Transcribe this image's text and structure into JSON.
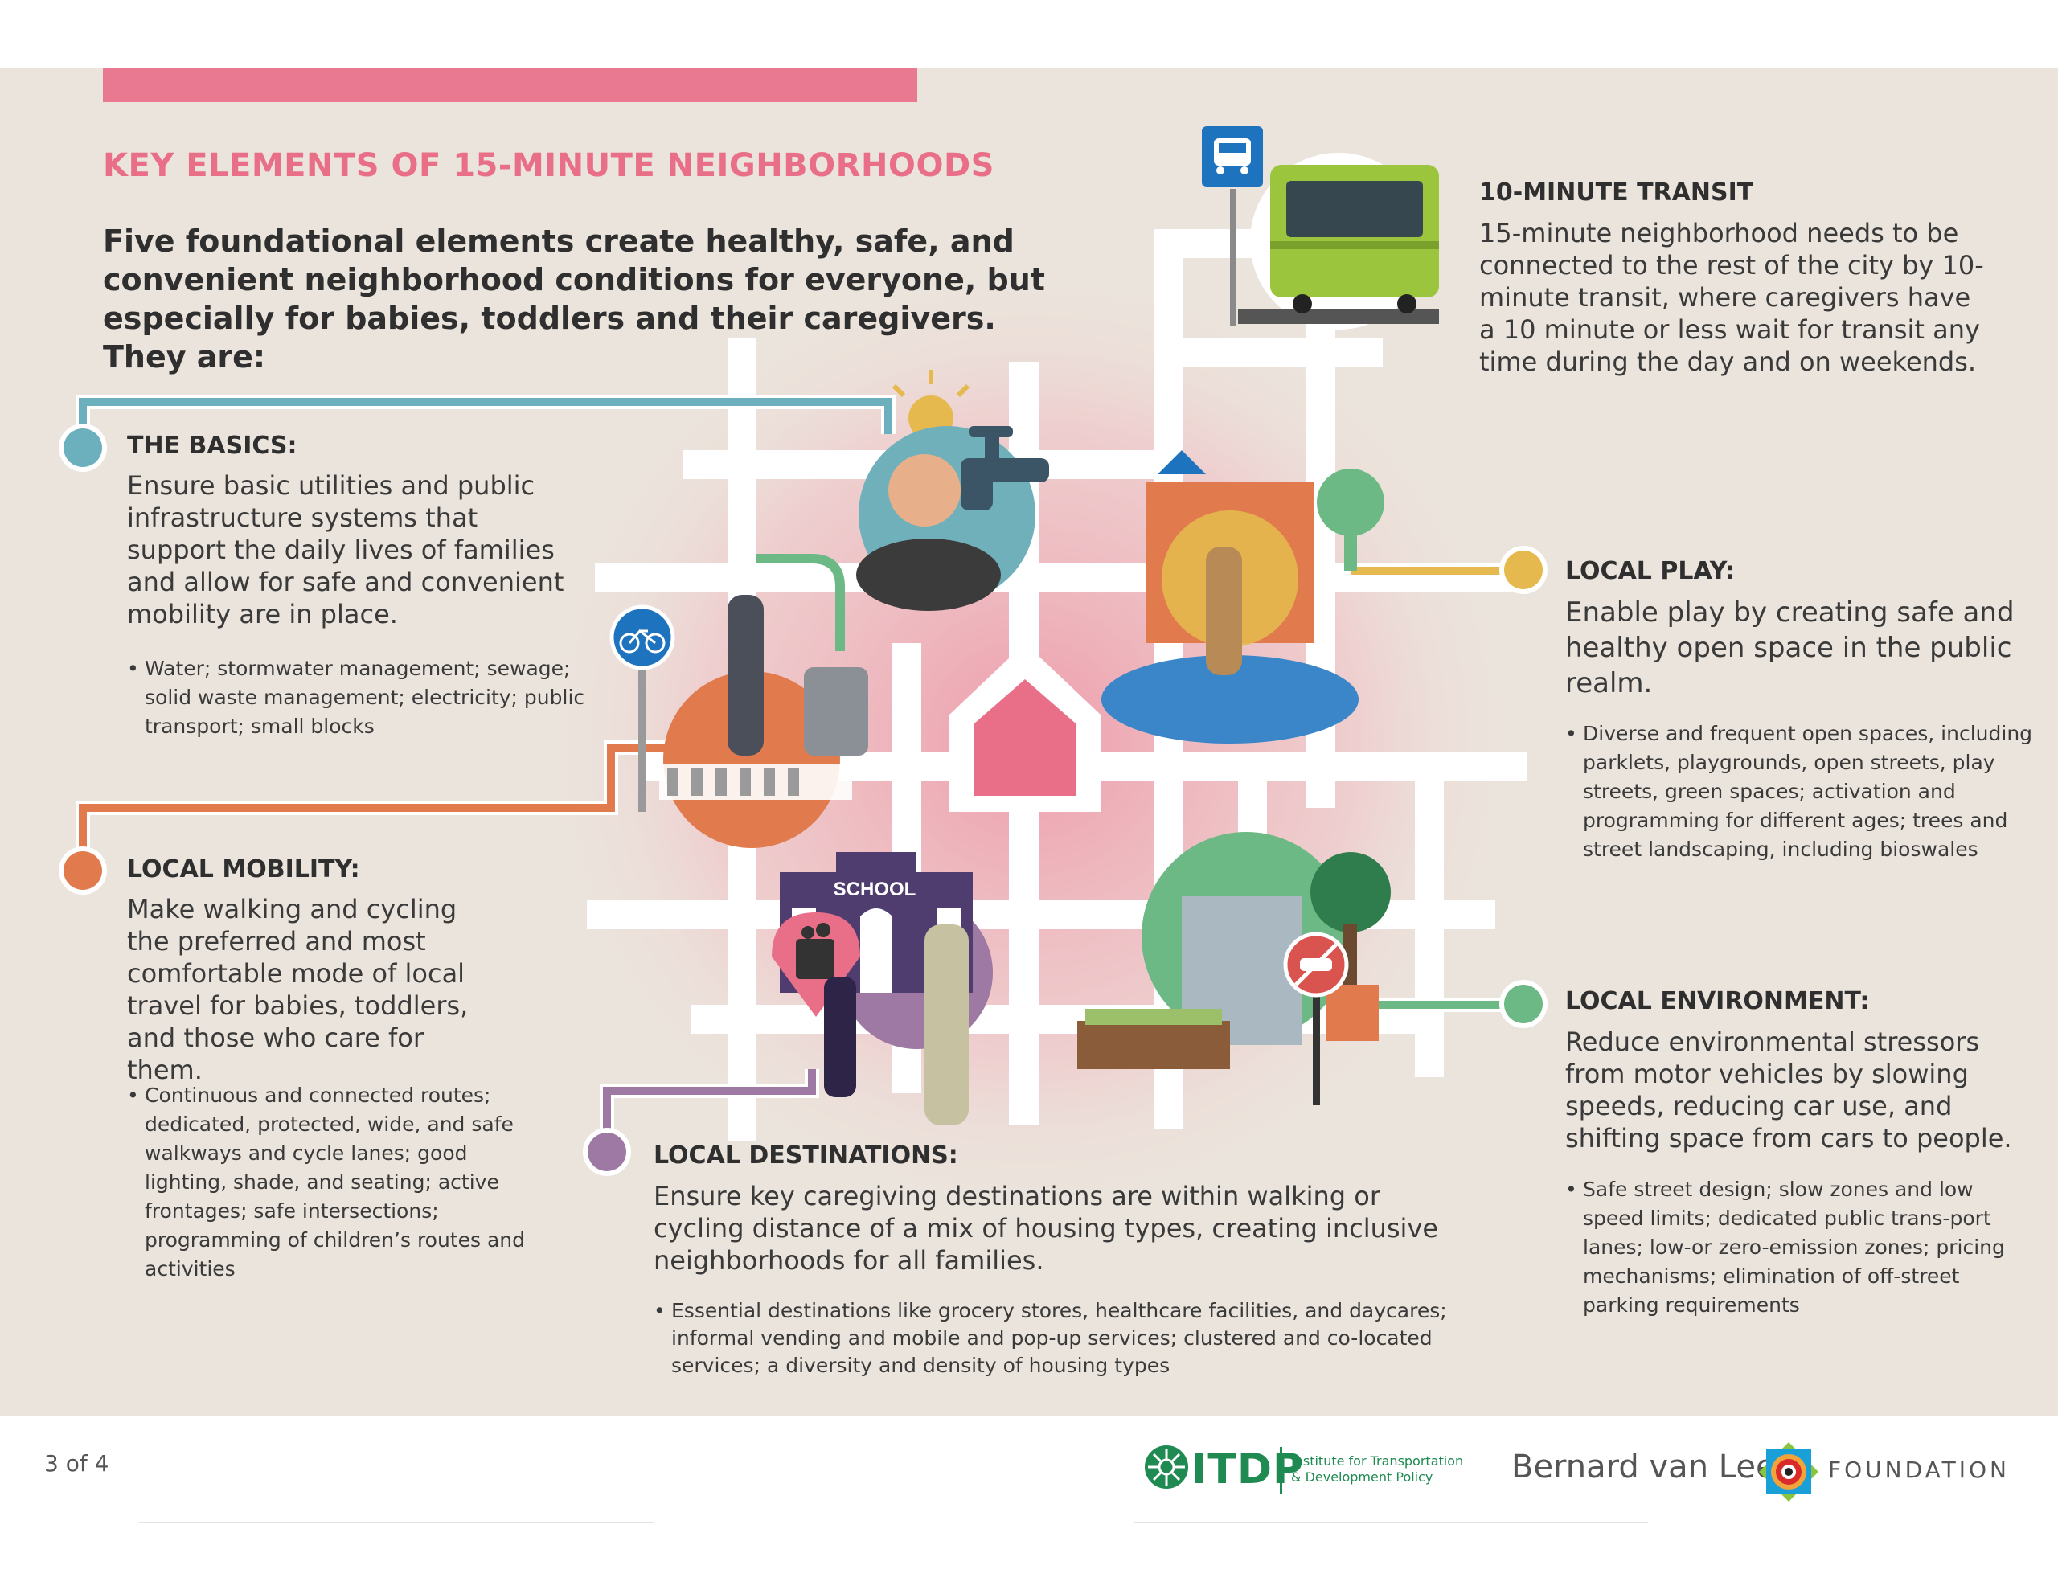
{
  "title": "KEY ELEMENTS OF 15-MINUTE NEIGHBORHOODS",
  "lead": "Five foundational elements create healthy, safe, and convenient neighborhood conditions for everyone, but especially for babies, toddlers and their caregivers. They are:",
  "sections": {
    "transit": {
      "heading": "10-MINUTE TRANSIT",
      "body": "15-minute neighborhood needs to be connected to the rest of the city by 10-minute transit, where caregivers have a 10 minute or less wait for transit any time during the day and on weekends."
    },
    "basics": {
      "heading": "THE BASICS:",
      "body": "Ensure basic utilities and public infrastructure systems that support the daily lives of families and allow for safe and convenient mobility are in place.",
      "bullet": "Water; stormwater management; sewage; solid waste management; electricity; public transport; small blocks"
    },
    "mobility": {
      "heading": "LOCAL MOBILITY:",
      "body": "Make walking and cycling the preferred and most comfortable mode of local travel for babies, toddlers, and those who care for them.",
      "bullet": "Continuous and connected routes; dedicated, protected, wide, and safe walkways and cycle lanes; good lighting, shade, and seating; active frontages; safe intersections; programming of children’s routes and activities"
    },
    "play": {
      "heading": "LOCAL PLAY:",
      "body": "Enable play by creating safe and healthy open space in the public realm.",
      "bullet": "Diverse and frequent open spaces, including parklets, playgrounds, open streets, play streets, green spaces; activation and programming for different ages; trees and street landscaping, including bioswales"
    },
    "environment": {
      "heading": "LOCAL ENVIRONMENT:",
      "body": "Reduce environmental stressors from motor vehicles by slowing speeds, reducing car use, and shifting space from cars to people.",
      "bullet": "Safe street design; slow zones and low speed limits; dedicated public trans-port lanes; low-or zero-emission zones; pricing mechanisms; elimination of off-street parking requirements"
    },
    "destinations": {
      "heading": "LOCAL DESTINATIONS:",
      "body": "Ensure key caregiving destinations are within walking or cycling distance of a mix of housing types, creating inclusive neighborhoods for all families.",
      "bullet": "Essential destinations like grocery stores, healthcare facilities, and daycares; informal vending and mobile and pop-up services; clustered and co-located services; a diversity and density of housing types"
    }
  },
  "illustration": {
    "school_sign": "SCHOOL",
    "icons": [
      "bus-stop-icon",
      "bicycle-icon",
      "lightbulb-icon",
      "water-tap-icon",
      "no-car-icon",
      "grocery-bag-icon",
      "tree-icon"
    ]
  },
  "colors": {
    "accent_pink": "#e97891",
    "basics": "#6db0bd",
    "mobility": "#e17b4d",
    "play": "#e6b94e",
    "environment": "#6cb985",
    "destinations": "#9e79a3",
    "transit": "#1e73be"
  },
  "footer": {
    "page": "3 of 4",
    "itdp_word": "ITDP",
    "itdp_line1": "Institute for Transportation",
    "itdp_line2": "& Development Policy",
    "bvl_name": "Bernard van Leer",
    "bvl_foundation": "FOUNDATION"
  }
}
